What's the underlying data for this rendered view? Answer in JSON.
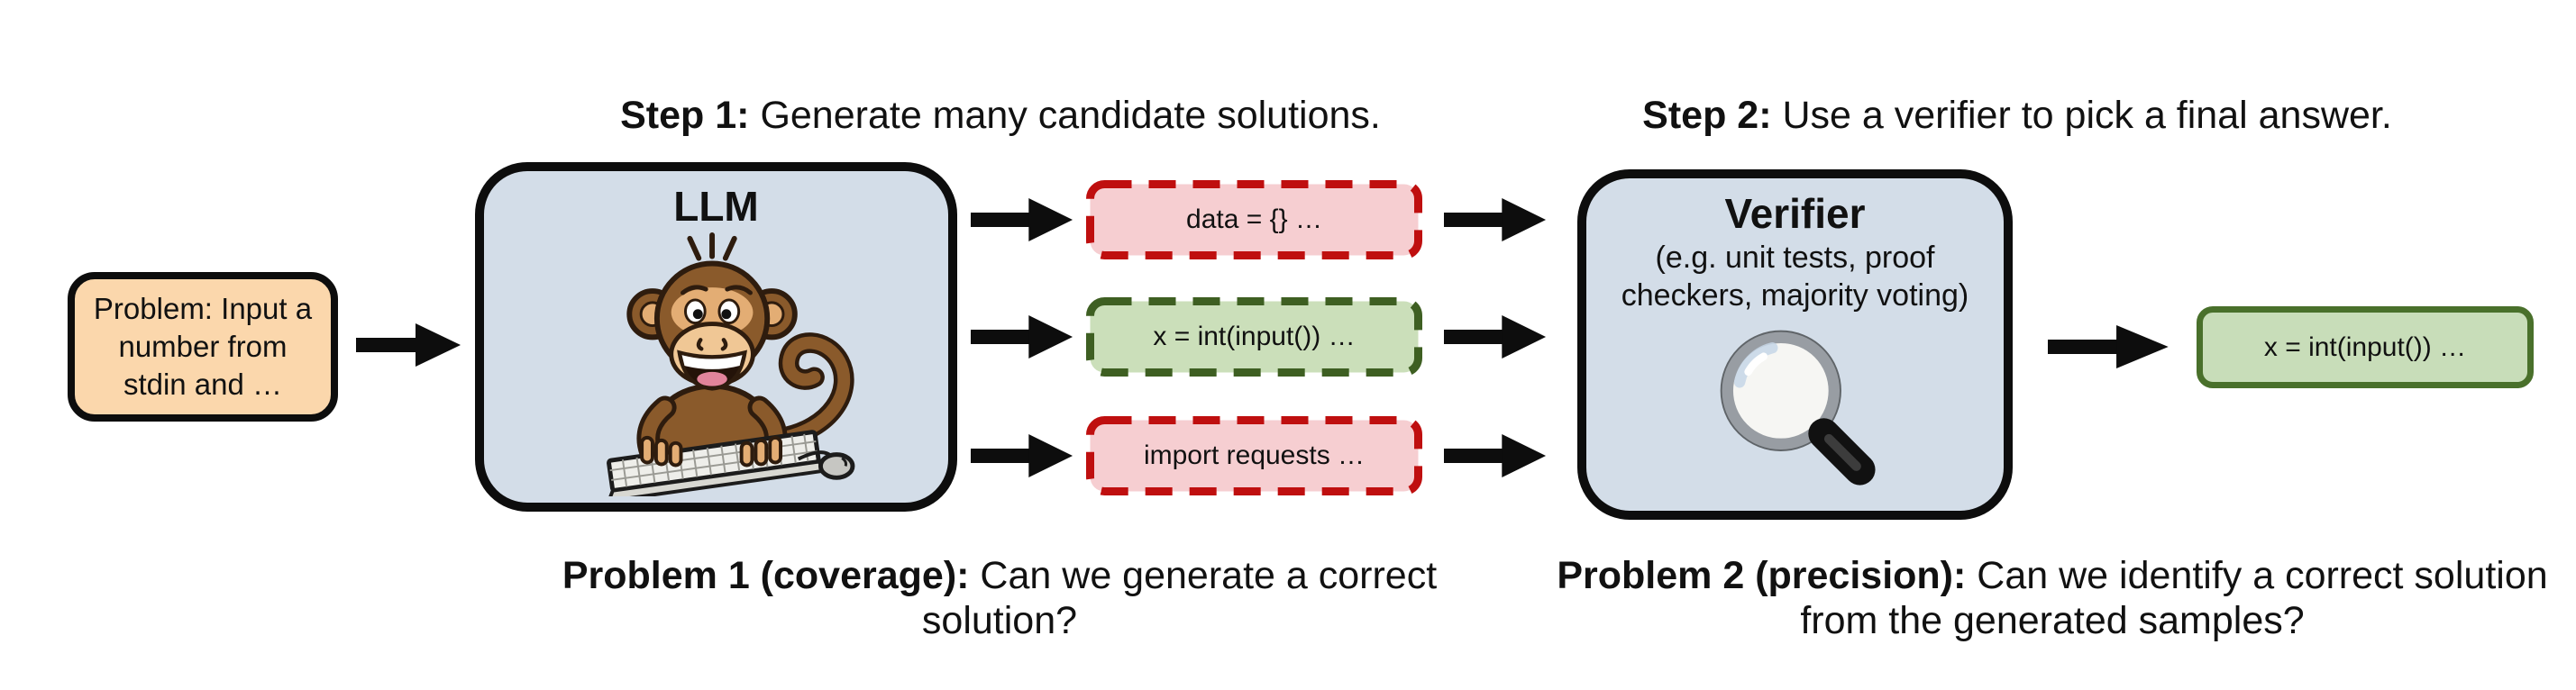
{
  "figure": {
    "step1": {
      "label_bold": "Step 1:",
      "label_rest": " Generate many candidate solutions."
    },
    "step2": {
      "label_bold": "Step 2:",
      "label_rest": " Use a verifier to pick a final answer."
    },
    "problem_box": {
      "label_bold": "Problem:",
      "label_rest": " Input a number from stdin and …"
    },
    "llm_box": {
      "title": "LLM",
      "icon": "monkey-typing-icon"
    },
    "candidates": [
      {
        "text": "data = {} …",
        "status": "incorrect"
      },
      {
        "text": "x = int(input()) …",
        "status": "correct"
      },
      {
        "text": "import requests …",
        "status": "incorrect"
      }
    ],
    "verifier_box": {
      "title": "Verifier",
      "subtitle_pre": "(e.g. ",
      "subtitle_bold": "unit tests",
      "subtitle_post": ", proof checkers, majority voting)",
      "icon": "magnifying-glass-icon"
    },
    "final_answer_box": {
      "text": "x = int(input()) …",
      "status": "correct"
    },
    "caption1": {
      "label_bold": "Problem 1 (coverage):",
      "label_rest": " Can we generate a correct solution?"
    },
    "caption2": {
      "label_bold": "Problem 2 (precision):",
      "label_rest": " Can we identify a correct solution from the generated samples?"
    }
  },
  "colors": {
    "background": "#ffffff",
    "panel_fill": "#d3dde8",
    "panel_border": "#0d0d0d",
    "problem_fill": "#fbd7ac",
    "incorrect_fill": "#f6ced1",
    "incorrect_border": "#bf0f0f",
    "correct_fill": "#cbdfba",
    "correct_border": "#3e5f22",
    "final_fill": "#c8ddb9",
    "final_border": "#49702b",
    "arrow": "#0d0d0d"
  }
}
